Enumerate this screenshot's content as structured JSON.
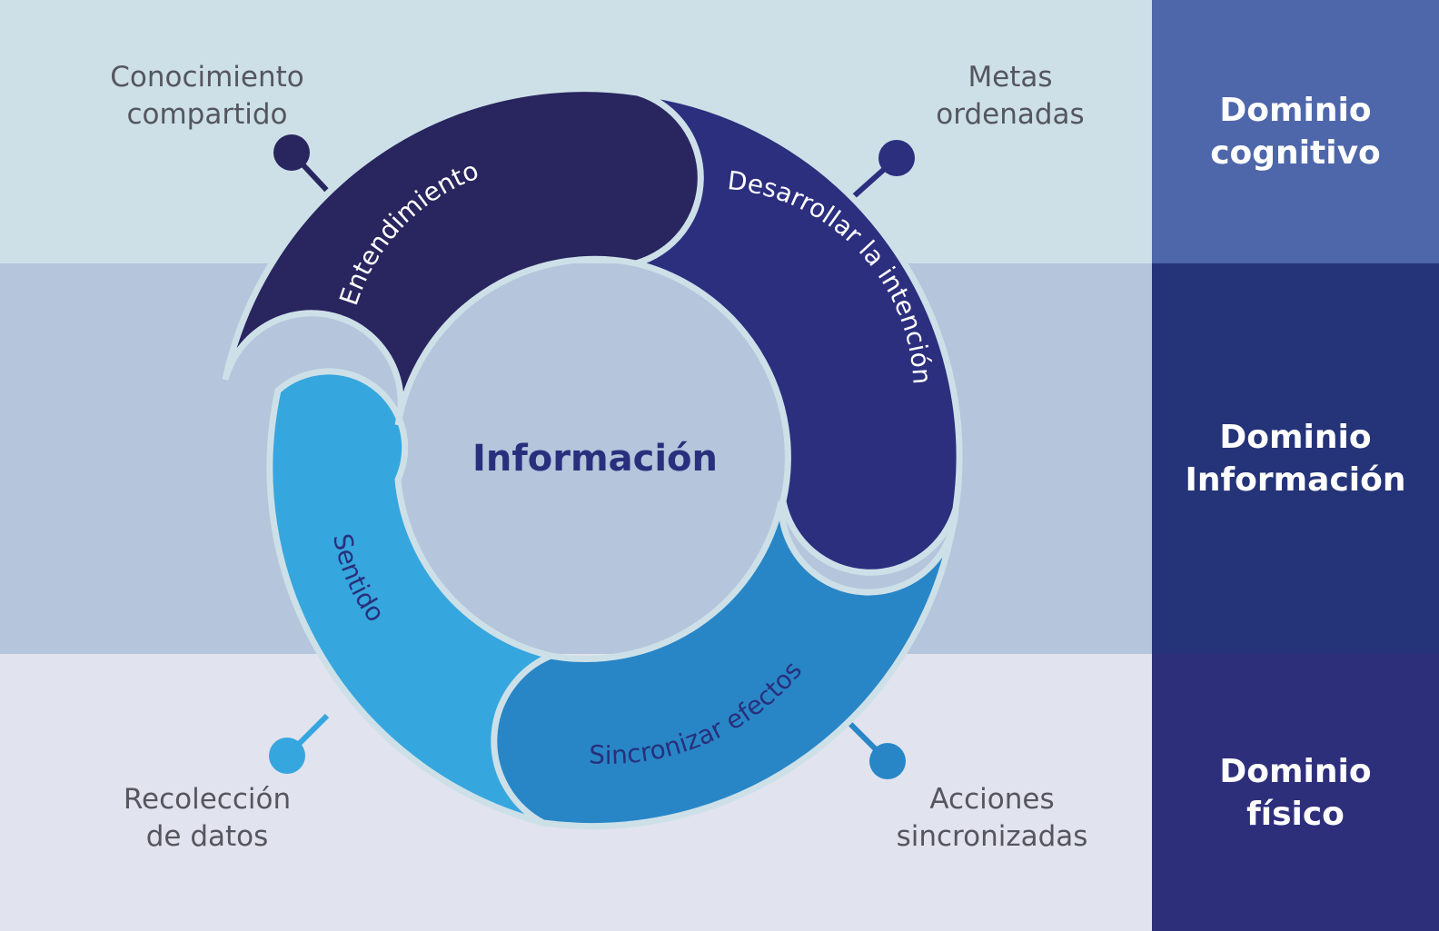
{
  "domains": {
    "cognitive": {
      "line1": "Dominio",
      "line2": "cognitivo",
      "band_color": "#cde0e8",
      "label_bg": "#4e67ab"
    },
    "information": {
      "line1": "Dominio",
      "line2": "Información",
      "band_color": "#b4c5dc",
      "label_bg": "#253479"
    },
    "physical": {
      "line1": "Dominio",
      "line2": "físico",
      "band_color": "#e1e3ee",
      "label_bg": "#2e2f7b"
    }
  },
  "center_label": "Información",
  "segments": [
    {
      "label": "Entendimiento",
      "color": "#29255e",
      "text_color": "#ffffff"
    },
    {
      "label": "Desarrollar la intención",
      "color": "#2c2e7e",
      "text_color": "#ffffff"
    },
    {
      "label": "Sincronizar efectos",
      "color": "#2886c7",
      "text_color": "#28307b"
    },
    {
      "label": "Sentido",
      "color": "#36a6de",
      "text_color": "#28307b"
    }
  ],
  "pins": [
    {
      "line1": "Conocimiento",
      "line2": "compartido",
      "color": "#29255e"
    },
    {
      "line1": "Metas",
      "line2": "ordenadas",
      "color": "#2c2e7e"
    },
    {
      "line1": "Acciones",
      "line2": "sincronizadas",
      "color": "#2886c7"
    },
    {
      "line1": "Recolección",
      "line2": "de datos",
      "color": "#36a6de"
    }
  ],
  "colors": {
    "gap": "#cde0e8",
    "center_text": "#2a2f7d",
    "pin_text": "#55565e"
  }
}
